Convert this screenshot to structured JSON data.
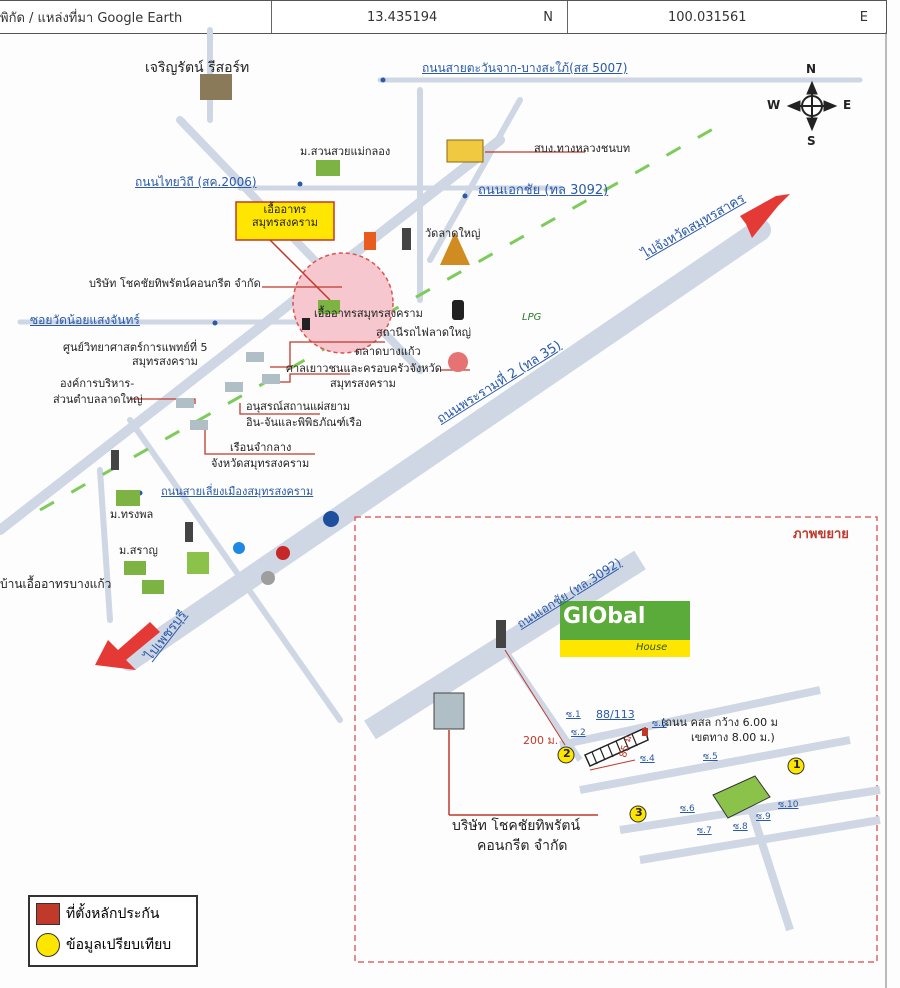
{
  "header": {
    "source_label": "พิกัด / แหล่งที่มา Google Earth",
    "latitude": "13.435194",
    "lat_dir": "N",
    "longitude": "100.031561",
    "lon_dir": "E"
  },
  "compass": {
    "n": "N",
    "s": "S",
    "e": "E",
    "w": "W"
  },
  "places": {
    "resort": "เจริญรัตน์ รีสอร์ท",
    "road_5007": "ถนนสายตะวันจาก-บางสะใภ้(สส 5007)",
    "m_suan": "ม.สวนสวยแม่กลอง",
    "tambon_office": "สบง.ทางหลวงชนบท",
    "road_2006": "ถนนไทยวิถี (สค.2006)",
    "road_3092": "ถนนเอกชัย (ทล 3092)",
    "callout": "เอื้ออาทร\nสมุทรสงคราม",
    "temple": "วัดลาดใหญ่",
    "company": "บริษัท โชคชัยทิพรัตน์คอนกรีต จำกัด",
    "ua_name": "เอื้ออาทรสมุทรสงคราม",
    "soi": "ซอยวัดน้อยแสงจันทร์",
    "station": "สถานีรถไฟลาดใหญ่",
    "to_samut_sakhon": "ไปจังหวัดสมุทรสาคร",
    "science_center_1": "ศูนย์วิทยาศาสตร์การแพทย์ที่ 5",
    "science_center_2": "สมุทรสงคราม",
    "market": "ตลาดบางแก้ว",
    "youth_1": "ศาลเยาวชนและครอบครัวจังหวัด",
    "youth_2": "สมุทรสงคราม",
    "road_35": "ถนนพระรามที่ 2 (ทล 35)",
    "sao_1": "องค์การบริหาร-",
    "sao_2": "ส่วนตำบลลาดใหญ่",
    "monument": "อนุสรณ์สถานแผ่สยาม",
    "museum": "อิน-จันและพิพิธภัณฑ์เรือ",
    "prison_1": "เรือนจำกลาง",
    "prison_2": "จังหวัดสมุทรสงคราม",
    "m_songphon": "ม.ทรงพล",
    "road_bypass": "ถนนสายเลี่ยงเมืองสมุทรสงคราม",
    "m_saran": "ม.สราญ",
    "baan_ua": "บ้านเอื้ออาทรบางแก้ว",
    "to_phetchaburi": "ไปเพชรบุรี"
  },
  "inset": {
    "title": "ภาพขยาย",
    "road_3092": "ถนนเอกชัย (ทล.3092)",
    "brand": "GlObal",
    "brand_sub": "House",
    "company_1": "บริษัท โชคชัยทิพรัตน์",
    "company_2": "คอนกรีต จำกัด",
    "dist_200": "200 ม.",
    "dist_85": "85 ม.",
    "plot_no": "88/113",
    "road_note_1": "(ถนน คสล กว้าง 6.00 ม",
    "road_note_2": "เขตทาง 8.00 ม.)",
    "soi_1": "ซ.1",
    "soi_2": "ซ.2",
    "soi_3": "ซ.3",
    "soi_4": "ซ.4",
    "soi_5": "ซ.5",
    "soi_6": "ซ.6",
    "soi_7": "ซ.7",
    "soi_8": "ซ.8",
    "soi_9": "ซ.9",
    "soi_10": "ซ.10",
    "marker_1": "1",
    "marker_2": "2",
    "marker_3": "3"
  },
  "legend": {
    "collateral": "ที่ตั้งหลักประกัน",
    "comparison": "ข้อมูลเปรียบเทียบ",
    "collateral_color": "#c0392b",
    "comparison_color": "#ffe600"
  },
  "misc": {
    "lpg": "LPG"
  }
}
